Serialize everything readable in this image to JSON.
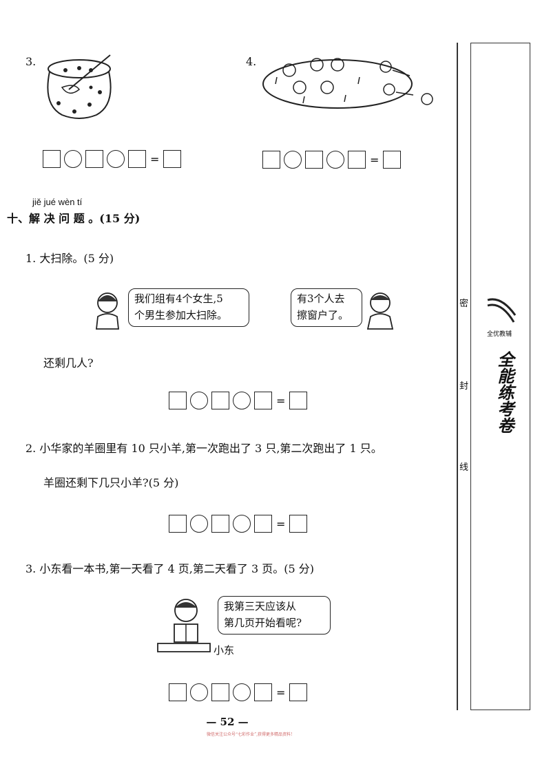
{
  "q3_top": {
    "number": "3."
  },
  "q4_top": {
    "number": "4."
  },
  "equation": {
    "equals": "="
  },
  "section10": {
    "pinyin": "jiě jué wèn tí",
    "title": "十、解 决 问 题 。(15 分)"
  },
  "problem1": {
    "text": "1. 大扫除。(5 分)",
    "bubble_left": "我们组有4个女生,5\n个男生参加大扫除。",
    "bubble_right": "有3个人去\n擦窗户了。",
    "question": "还剩几人?"
  },
  "problem2": {
    "line1": "2. 小华家的羊圈里有 10 只小羊,第一次跑出了 3 只,第二次跑出了 1 只。",
    "line2": "羊圈还剩下几只小羊?(5 分)"
  },
  "problem3": {
    "text": "3. 小东看一本书,第一天看了 4 页,第二天看了 3 页。(5 分)",
    "bubble": "我第三天应该从\n第几页开始看呢?",
    "name": "小东"
  },
  "sidebar": {
    "seal": [
      "密",
      "封",
      "线"
    ],
    "brand": "全能练考卷",
    "brand_small": "全优教辅"
  },
  "page_number": "— 52 —",
  "footer_note": "微信关注公众号“七彩作业”,获得更多精品资料!"
}
